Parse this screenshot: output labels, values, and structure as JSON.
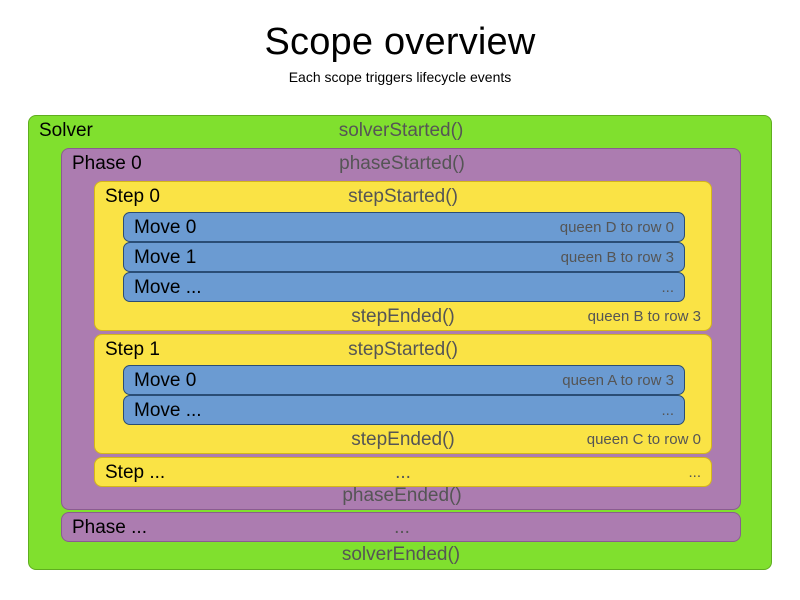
{
  "header": {
    "title": "Scope overview",
    "subtitle": "Each scope triggers lifecycle events"
  },
  "colors": {
    "solver": "#80E02E",
    "phase": "#AC7CB0",
    "step": "#FAE345",
    "move": "#6B9BD2",
    "event_text": "#555555",
    "label_text": "#000000",
    "background": "#FFFFFF"
  },
  "solver": {
    "label": "Solver",
    "started_event": "solverStarted()",
    "ended_event": "solverEnded()",
    "phases": [
      {
        "label": "Phase 0",
        "started_event": "phaseStarted()",
        "ended_event": "phaseEnded()",
        "steps": [
          {
            "label": "Step 0",
            "started_event": "stepStarted()",
            "ended_event": "stepEnded()",
            "ended_value": "queen B to row 3",
            "moves": [
              {
                "label": "Move 0",
                "value": "queen D to row 0"
              },
              {
                "label": "Move 1",
                "value": "queen B to row 3"
              },
              {
                "label": "Move ...",
                "value": "..."
              }
            ]
          },
          {
            "label": "Step 1",
            "started_event": "stepStarted()",
            "ended_event": "stepEnded()",
            "ended_value": "queen C to row 0",
            "moves": [
              {
                "label": "Move 0",
                "value": "queen A to row 3"
              },
              {
                "label": "Move ...",
                "value": "..."
              }
            ]
          },
          {
            "label": "Step ...",
            "started_event": "...",
            "ended_value": "...",
            "moves": []
          }
        ]
      },
      {
        "label": "Phase ...",
        "started_event": "...",
        "steps": []
      }
    ]
  }
}
